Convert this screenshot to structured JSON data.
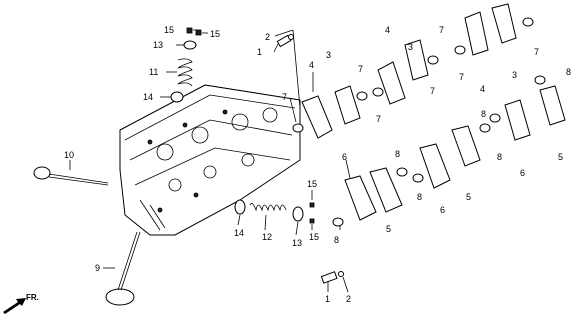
{
  "labels": {
    "v1": "1",
    "v2": "2",
    "v3": "3",
    "v4": "4",
    "v5": "5",
    "v6": "6",
    "v7": "7",
    "v8": "8",
    "v9": "9",
    "v10": "10",
    "v11": "11",
    "v12": "12",
    "v13": "13",
    "v14": "14",
    "v15": "15"
  },
  "direction": "FR."
}
